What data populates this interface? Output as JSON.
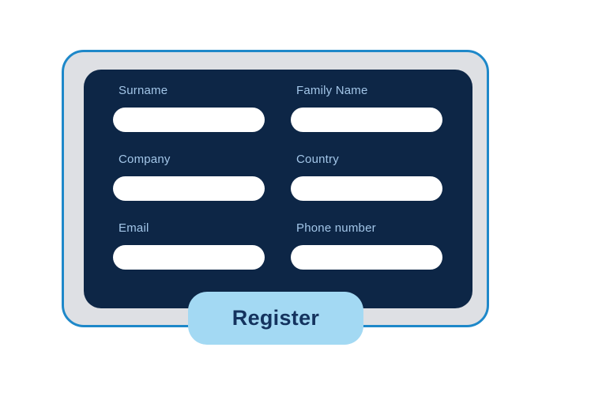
{
  "page": {
    "background": "#ffffff"
  },
  "card": {
    "background": "#dee0e4",
    "border_color": "#1e88c9"
  },
  "panel": {
    "background": "#0d2646"
  },
  "form": {
    "label_color": "#a3c6e8",
    "input_background": "#ffffff",
    "fields": [
      {
        "label": "Surname",
        "value": "",
        "placeholder": ""
      },
      {
        "label": "Family Name",
        "value": "",
        "placeholder": ""
      },
      {
        "label": "Company",
        "value": "",
        "placeholder": ""
      },
      {
        "label": "Country",
        "value": "",
        "placeholder": ""
      },
      {
        "label": "Email",
        "value": "",
        "placeholder": ""
      },
      {
        "label": "Phone number",
        "value": "",
        "placeholder": ""
      }
    ],
    "submit_label": "Register",
    "submit_background": "#a3d9f3",
    "submit_text_color": "#14335e"
  }
}
